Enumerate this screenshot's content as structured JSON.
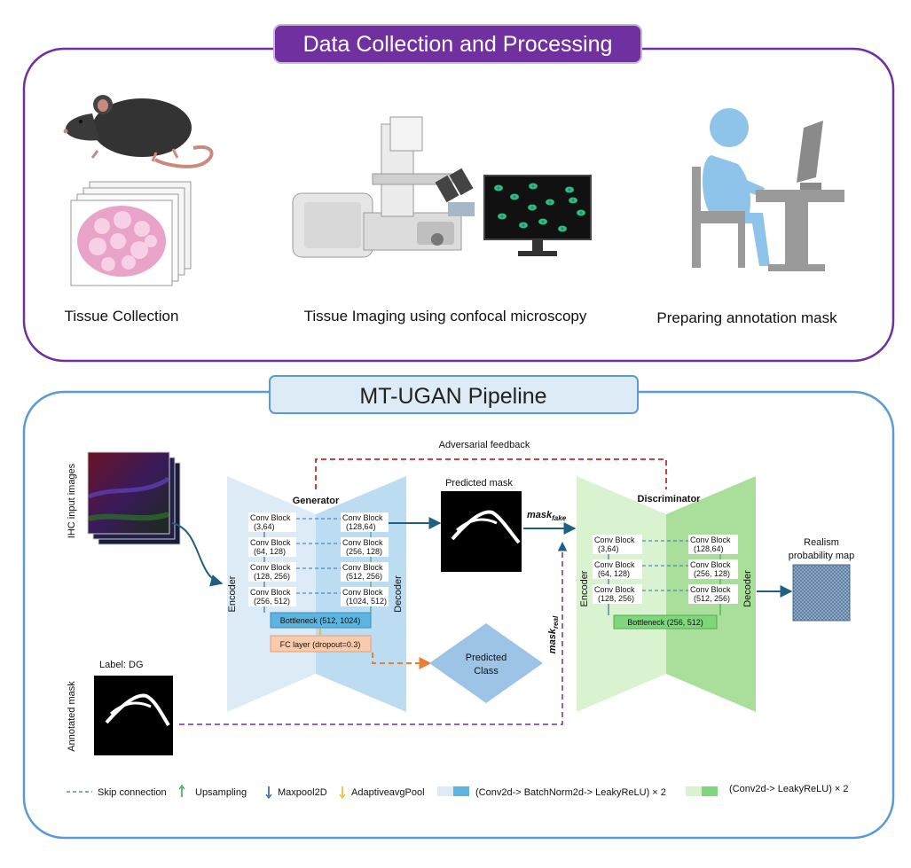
{
  "top": {
    "title": "Data Collection and Processing",
    "step1": "Tissue Collection",
    "step2": "Tissue Imaging using confocal microscopy",
    "step3": "Preparing annotation mask"
  },
  "bottom": {
    "title": "MT-UGAN Pipeline",
    "adversarial": "Adversarial feedback",
    "input_label": "IHC input images",
    "annot_mask_label": "Annotated mask",
    "label_dg": "Label:  DG",
    "predicted_mask": "Predicted mask",
    "mask_fake_base": "mask",
    "mask_fake_sub": "fake",
    "mask_real_base": "mask",
    "mask_real_sub": "real",
    "realism_1": "Realism",
    "realism_2": "probability map",
    "predicted_class_1": "Predicted",
    "predicted_class_2": "Class",
    "generator": {
      "title": "Generator",
      "encoder": "Encoder",
      "decoder": "Decoder",
      "conv_block": "Conv Block",
      "enc": [
        "(3,64)",
        "(64, 128)",
        "(128, 256)",
        "(256, 512)"
      ],
      "dec": [
        "(128,64)",
        "(256, 128)",
        "(512, 256)",
        "(1024, 512)"
      ],
      "bottleneck": "Bottleneck (512, 1024)",
      "fc": "FC layer (dropout=0.3)"
    },
    "discriminator": {
      "title": "Discriminator",
      "encoder": "Encoder",
      "decoder": "Decoder",
      "conv_block": "Conv Block",
      "enc": [
        "(3,64)",
        "(64, 128)",
        "(128, 256)"
      ],
      "dec": [
        "(128,64)",
        "(256, 128)",
        "(512, 256)"
      ],
      "bottleneck": "Bottleneck (256, 512)"
    }
  },
  "legend": {
    "skip": "Skip connection",
    "up": "Upsampling",
    "down": "Maxpool2D",
    "adaptive": "AdaptiveavgPool",
    "blue_block": "(Conv2d-> BatchNorm2d-> LeakyReLU) × 2",
    "green_block": "(Conv2d-> LeakyReLU) × 2"
  },
  "colors": {
    "purple": "#7030a0",
    "blue_border": "#5b9bd5",
    "dark_teal": "#1f5f7f"
  }
}
